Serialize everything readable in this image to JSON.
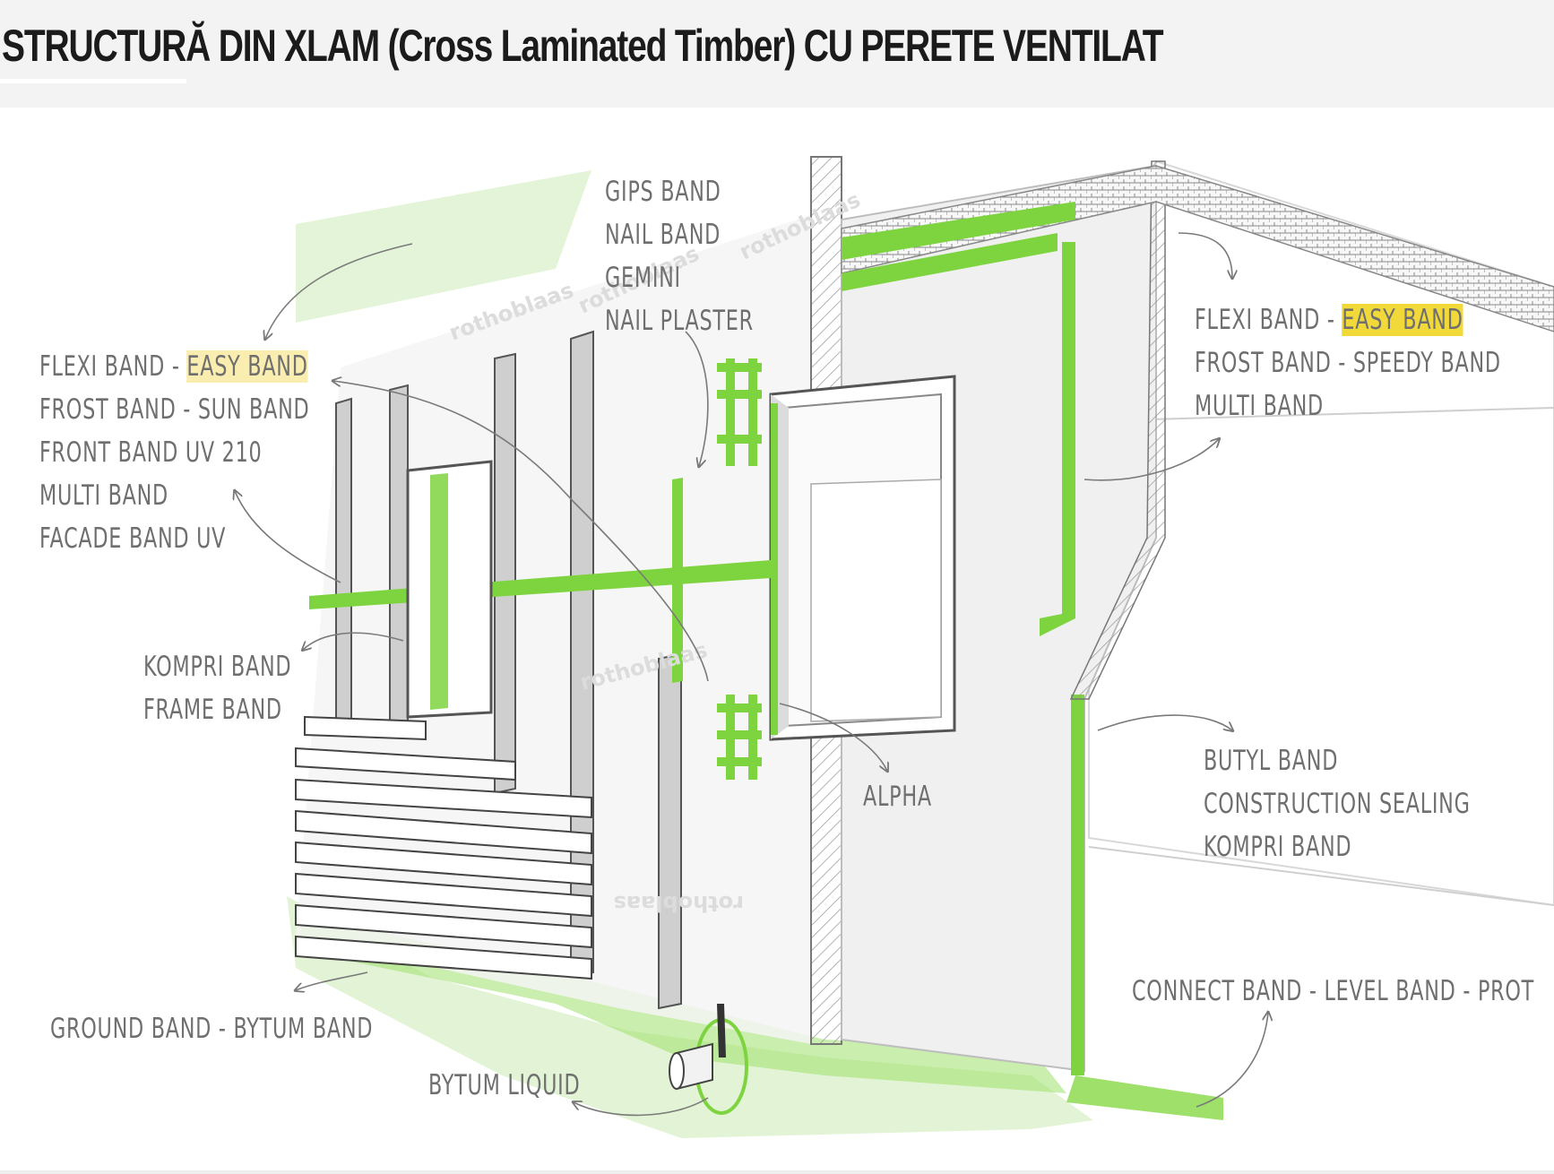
{
  "header": {
    "title": "STRUCTURĂ DIN XLAM (Cross Laminated Timber) CU PERETE VENTILAT"
  },
  "colors": {
    "accent_green": "#7ed43f",
    "highlight_light": "#f9edb0",
    "highlight_strong": "#f2d93a",
    "label_grey": "#6f6f6f"
  },
  "watermark": "rothoblaas",
  "callouts": {
    "left_top": {
      "lines": [
        "FLEXI BAND - ",
        "FROST BAND - SUN BAND",
        "FRONT BAND UV 210",
        "MULTI BAND",
        "FACADE BAND UV"
      ],
      "highlight": "EASY BAND"
    },
    "top_center": {
      "lines": [
        "GIPS BAND",
        "NAIL BAND",
        "GEMINI",
        "NAIL PLASTER"
      ]
    },
    "right_top": {
      "lines": [
        "FLEXI BAND - ",
        "FROST BAND - SPEEDY BAND",
        "MULTI BAND"
      ],
      "highlight": "EASY BAND"
    },
    "kompri": {
      "lines": [
        "KOMPRI BAND",
        "FRAME BAND"
      ]
    },
    "alpha": {
      "lines": [
        "ALPHA"
      ]
    },
    "right_mid": {
      "lines": [
        "BUTYL BAND",
        "CONSTRUCTION SEALING",
        "KOMPRI BAND"
      ]
    },
    "bottom_right": {
      "lines": [
        "CONNECT BAND - LEVEL BAND - PROT"
      ]
    },
    "bottom_left": {
      "lines": [
        "GROUND BAND - BYTUM BAND"
      ]
    },
    "bytum_liquid": {
      "lines": [
        "BYTUM LIQUID"
      ]
    }
  }
}
